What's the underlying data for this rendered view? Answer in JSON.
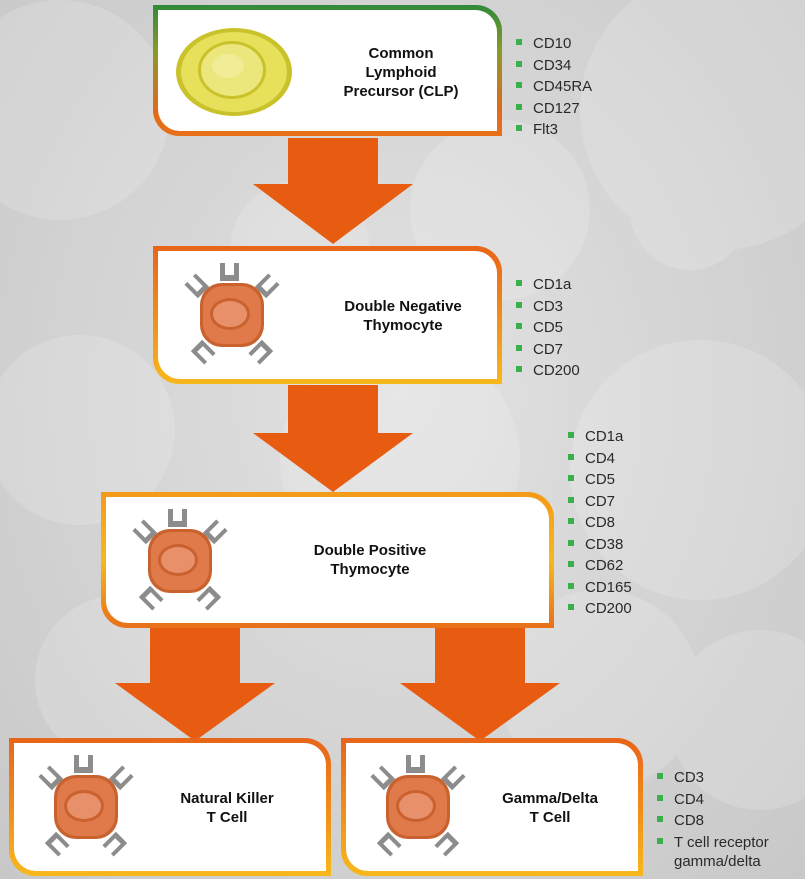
{
  "nodes": {
    "clp": {
      "title_line1": "Common",
      "title_line2": "Lymphoid",
      "title_line3": "Precursor (CLP)",
      "markers": [
        "CD10",
        "CD34",
        "CD45RA",
        "CD127",
        "Flt3"
      ]
    },
    "dn": {
      "title_line1": "Double Negative",
      "title_line2": "Thymocyte",
      "markers": [
        "CD1a",
        "CD3",
        "CD5",
        "CD7",
        "CD200"
      ]
    },
    "dp": {
      "title_line1": "Double Positive",
      "title_line2": "Thymocyte",
      "markers": [
        "CD1a",
        "CD4",
        "CD5",
        "CD7",
        "CD8",
        "CD38",
        "CD62",
        "CD165",
        "CD200"
      ]
    },
    "nkt": {
      "title_line1": "Natural Killer",
      "title_line2": "T Cell"
    },
    "gd": {
      "title_line1": "Gamma/Delta",
      "title_line2": "T Cell",
      "markers": [
        "CD3",
        "CD4",
        "CD8",
        "T cell receptor",
        "gamma/delta"
      ]
    }
  },
  "colors": {
    "arrow": "#e85c12",
    "marker_bullet": "#3ab04a",
    "cell_body": "#e07a4a",
    "clp_cell": "#d8d23a",
    "receptor": "#8c8c8c"
  }
}
